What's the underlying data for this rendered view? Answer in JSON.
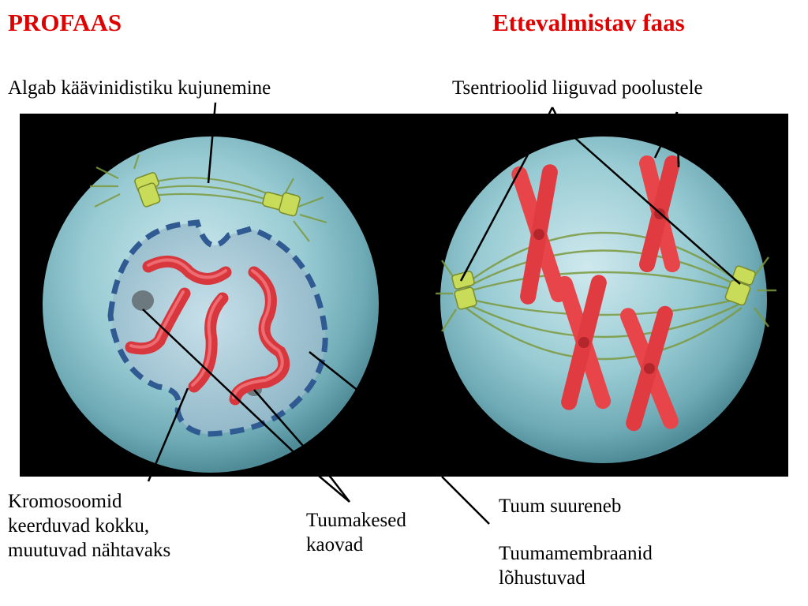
{
  "titles": {
    "left": "PROFAAS",
    "right": "Ettevalmistav faas"
  },
  "labels": {
    "spindle": "Algab käävinidistiku kujunemine",
    "centrioles": "Tsentrioolid liiguvad poolustele",
    "chromosomes": [
      "Kromosoomid",
      "keerduvad kokku,",
      "muutuvad nähtavaks"
    ],
    "nucleoli": [
      "Tuumakesed",
      "kaovad"
    ],
    "nucleus": "Tuum suureneb",
    "membranes": [
      "Tuumamembraanid",
      "lõhustuvad"
    ]
  },
  "colors": {
    "title": "#e00000",
    "chromosome": "#e8454a",
    "cell": "#8fc4cc",
    "membrane": "#2f5a92",
    "centriole": "#c8dc5a",
    "spindle": "#7c9a3e"
  }
}
